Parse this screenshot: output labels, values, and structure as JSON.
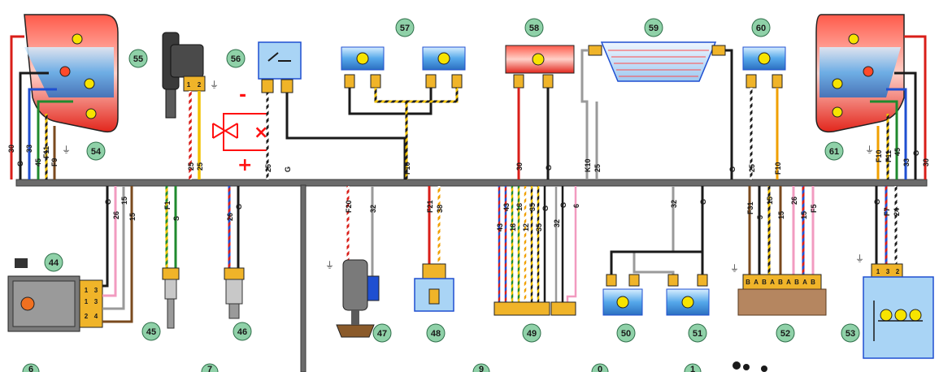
{
  "colors": {
    "harness": "#6b6b6b",
    "red": "#d91e18",
    "blue": "#1f4fd1",
    "green": "#1f8a2e",
    "yellow": "#f2c200",
    "orange": "#f0a000",
    "black": "#1a1a1a",
    "white": "#ffffff",
    "grey": "#9a9a9a",
    "pink": "#f29bc0",
    "brown": "#7a4a1e",
    "badge": "#8fd1a8",
    "annotation": "#ff1010",
    "lamp": "#3fa0e6",
    "connector": "#f0b429"
  },
  "icons": {
    "ground": "ground-symbol-icon",
    "lamp": "lamp-icon",
    "switch": "switch-icon",
    "connector": "connector-icon"
  },
  "components": [
    {
      "id": "c54",
      "label": "54"
    },
    {
      "id": "c55",
      "label": "55"
    },
    {
      "id": "c56",
      "label": "56"
    },
    {
      "id": "c57",
      "label": "57"
    },
    {
      "id": "c58",
      "label": "58"
    },
    {
      "id": "c59",
      "label": "59"
    },
    {
      "id": "c60",
      "label": "60"
    },
    {
      "id": "c61",
      "label": "61"
    },
    {
      "id": "c44",
      "label": "44"
    },
    {
      "id": "c45",
      "label": "45"
    },
    {
      "id": "c46",
      "label": "46"
    },
    {
      "id": "c47",
      "label": "47"
    },
    {
      "id": "c48",
      "label": "48"
    },
    {
      "id": "c49",
      "label": "49"
    },
    {
      "id": "c50",
      "label": "50"
    },
    {
      "id": "c51",
      "label": "51"
    },
    {
      "id": "c52",
      "label": "52"
    },
    {
      "id": "c53",
      "label": "53"
    }
  ],
  "wire_labels_top": {
    "c54": [
      "30",
      "G",
      "33",
      "45",
      "F11",
      "F9"
    ],
    "c55": [
      "25",
      "25"
    ],
    "c56": [
      "25",
      "G"
    ],
    "c57": [
      "F10"
    ],
    "c58": [
      "30",
      "G"
    ],
    "c59": [
      "K10",
      "25"
    ],
    "c60": [
      "G",
      "25",
      "F10"
    ],
    "c61": [
      "F10",
      "F11",
      "45",
      "33",
      "G",
      "30"
    ]
  },
  "wire_labels_bottom": {
    "c44": [
      "G",
      "26",
      "15",
      "15"
    ],
    "c45": [
      "F1",
      "S"
    ],
    "c46": [
      "26",
      "G"
    ],
    "c47": [
      "F20",
      "32"
    ],
    "c48": [
      "F21",
      "38"
    ],
    "c49": [
      "43",
      "43",
      "18",
      "18",
      "12",
      "35",
      "35",
      "G",
      "32",
      "G",
      "6"
    ],
    "c50_51": [
      "32",
      "G"
    ],
    "c52": [
      "F31",
      "5",
      "15",
      "15",
      "26",
      "15",
      "F5"
    ],
    "c53": [
      "G",
      "F7",
      "24"
    ]
  },
  "pins": {
    "c55": [
      "1",
      "2"
    ],
    "c44": [
      "1",
      "3",
      "2",
      "4",
      "1"
    ],
    "c52": [
      "B",
      "A",
      "B",
      "A",
      "B",
      "A",
      "B",
      "A",
      "B"
    ],
    "c53": [
      "1",
      "3",
      "2"
    ]
  },
  "bottom_row_labels": [
    "6",
    "7",
    "9",
    "0",
    "1"
  ],
  "annotation": {
    "minus": "-",
    "plus": "+",
    "cross": "×"
  }
}
